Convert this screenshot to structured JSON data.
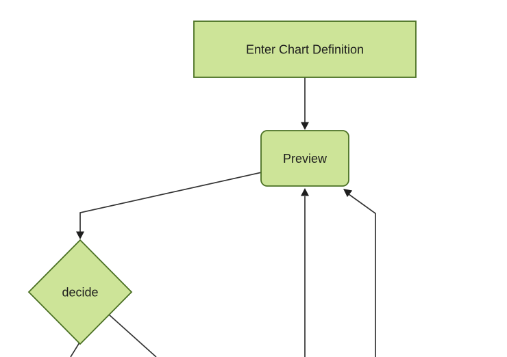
{
  "diagram": {
    "kind": "flowchart",
    "direction": "top-down",
    "background_color": "#ffffff",
    "theme": {
      "node_fill": "#cde498",
      "node_border": "#4a7023",
      "edge_color": "#333333",
      "arrowhead_color": "#1f1f1f",
      "label_color": "#1c1c1c"
    },
    "nodes": [
      {
        "id": "enter-chart-definition",
        "label": "Enter Chart Definition",
        "shape": "rectangle"
      },
      {
        "id": "preview",
        "label": "Preview",
        "shape": "rounded-rectangle"
      },
      {
        "id": "decide",
        "label": "decide",
        "shape": "diamond"
      }
    ],
    "edges": [
      {
        "from": "enter-chart-definition",
        "to": "preview",
        "arrowhead": true
      },
      {
        "from": "preview",
        "to": "decide",
        "arrowhead": true
      },
      {
        "from": "offscreen-bottom",
        "to": "preview",
        "arrowhead": true
      },
      {
        "from": "offscreen-bottom",
        "to": "preview",
        "arrowhead": true
      },
      {
        "from": "decide",
        "to": "offscreen-bottom",
        "arrowhead": false
      },
      {
        "from": "decide",
        "to": "offscreen-bottom",
        "arrowhead": false
      }
    ]
  }
}
